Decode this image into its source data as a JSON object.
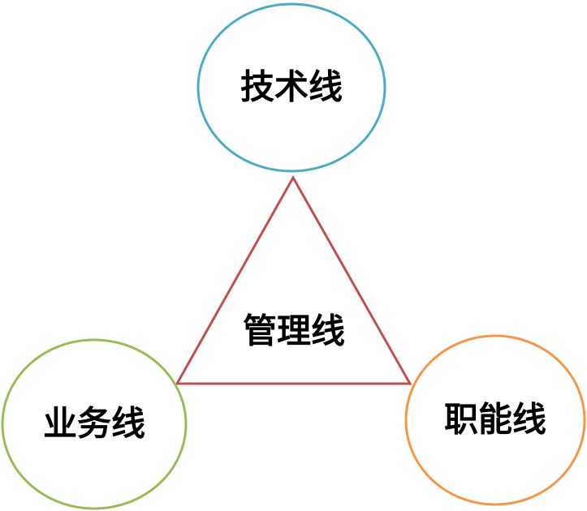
{
  "diagram": {
    "top_node": {
      "label": "技术线",
      "color": "#4bacc6"
    },
    "center_node": {
      "label": "管理线",
      "color": "#c0504d"
    },
    "left_node": {
      "label": "业务线",
      "color": "#9bbb59"
    },
    "right_node": {
      "label": "职能线",
      "color": "#f79646"
    }
  }
}
